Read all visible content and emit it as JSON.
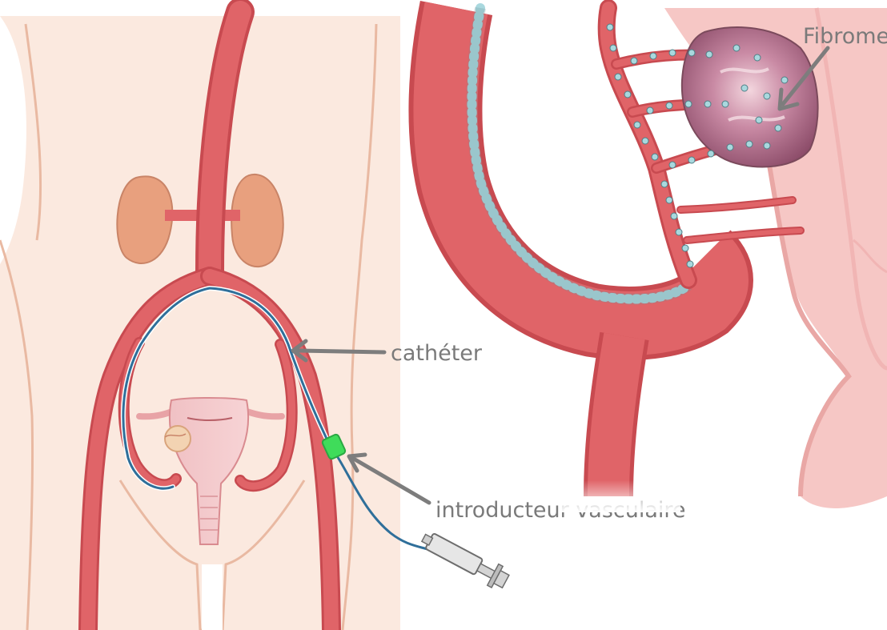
{
  "labels": {
    "fibroid": "Fibrome",
    "catheter": "cathéter",
    "introducer": "introducteur vasculaire"
  },
  "colors": {
    "skin": "#fbe9df",
    "skin_outline": "#e9b9a2",
    "artery": "#e06468",
    "artery_dark": "#c84a50",
    "kidney": "#e8a07e",
    "uterus": "#f4b7b9",
    "catheter": "#2f6f9a",
    "introducer_hub": "#3fdc5a",
    "label_text": "#7a7a7a",
    "arrow": "#7d7d7d",
    "embolic_particle": "#a9d8de"
  },
  "icons": {
    "syringe": "syringe-icon",
    "arrow": "pointer-arrow-icon"
  }
}
